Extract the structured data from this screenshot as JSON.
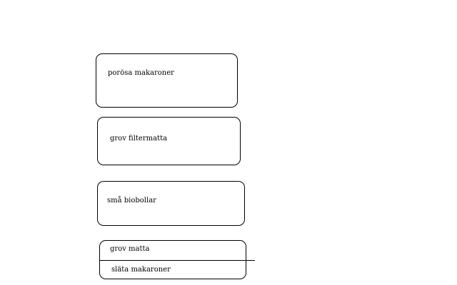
{
  "boxes": [
    {
      "label": "porösa makaroner"
    },
    {
      "label": "grov filtermatta"
    },
    {
      "label": "små biobollar"
    },
    {
      "label": "grov matta",
      "label2": "släta makaroner"
    }
  ]
}
